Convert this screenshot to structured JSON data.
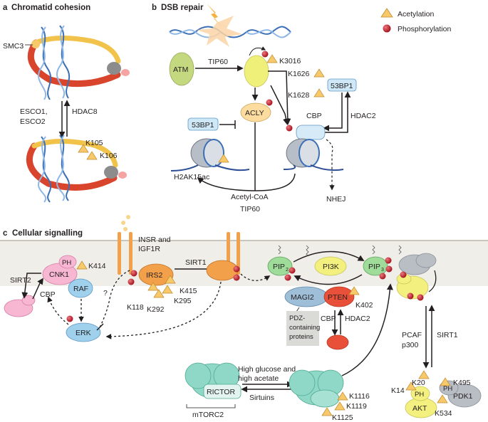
{
  "panels": {
    "a": {
      "letter": "a",
      "title": "Chromatid cohesion"
    },
    "b": {
      "letter": "b",
      "title": "DSB repair"
    },
    "c": {
      "letter": "c",
      "title": "Cellular signalling"
    }
  },
  "legend": {
    "acetylation": "Acetylation",
    "phosphorylation": "Phosphorylation"
  },
  "panel_a": {
    "smc3": "SMC3",
    "esco1": "ESCO1,",
    "esco2": "ESCO2",
    "hdac8": "HDAC8",
    "k105": "K105",
    "k106": "K106"
  },
  "panel_b": {
    "atm": "ATM",
    "tip60_top": "TIP60",
    "k3016": "K3016",
    "acly": "ACLY",
    "bp1_left": "53BP1",
    "h2ak15ac": "H2AK15ac",
    "k1626": "K1626",
    "k1628": "K1628",
    "bp1_right": "53BP1",
    "cbp": "CBP",
    "hdac2": "HDAC2",
    "acetyl_coa": "Acetyl-CoA",
    "tip60_bottom": "TIP60",
    "nhej": "NHEJ"
  },
  "panel_c": {
    "insr": "INSR and",
    "igf1r": "IGF1R",
    "sirt1_top": "SIRT1",
    "ph": "PH",
    "cnk1": "CNK1",
    "k414": "K414",
    "sirt2": "SIRT2",
    "cbp_left": "CBP",
    "raf": "RAF",
    "question": "?",
    "irs2": "IRS2",
    "k415": "K415",
    "k295": "K295",
    "k118": "K118",
    "k292": "K292",
    "erk": "ERK",
    "pip2": "PIP",
    "pip2_sub": "2",
    "pi3k": "PI3K",
    "pip3": "PIP",
    "pip3_sub": "3",
    "magi2": "MAGI2",
    "pten": "PTEN",
    "k402": "K402",
    "cbp_mid": "CBP",
    "hdac2": "HDAC2",
    "pdz_1": "PDZ-",
    "pdz_2": "containing",
    "pdz_3": "proteins",
    "pcaf": "PCAF",
    "p300": "p300",
    "sirt1_right": "SIRT1",
    "rictor": "RICTOR",
    "mtorc2": "mTORC2",
    "high_glucose": "High glucose and",
    "high_acetate": "high acetate",
    "sirtuins": "Sirtuins",
    "k1116": "K1116",
    "k1119": "K1119",
    "k1125": "K1125",
    "k14": "K14",
    "k20": "K20",
    "k495": "K495",
    "k534": "K534",
    "ph_akt": "PH",
    "akt": "AKT",
    "ph_pdk1": "PH",
    "pdk1": "PDK1"
  },
  "colors": {
    "acetyl_yellow": "#f7c96b",
    "phospho_red": "#b5202e",
    "atm_green": "#c4d87f",
    "light_yellow": "#eef07a",
    "orange": "#f3a04b",
    "pink": "#f7b6d2",
    "blue": "#9fd0ec",
    "teal": "#8fd8c7",
    "grey": "#b9bdc4",
    "membrane": "#efeee8",
    "pdz_box": "#dadad6",
    "ptens_red": "#e8503a",
    "green": "#9fdc9a"
  }
}
